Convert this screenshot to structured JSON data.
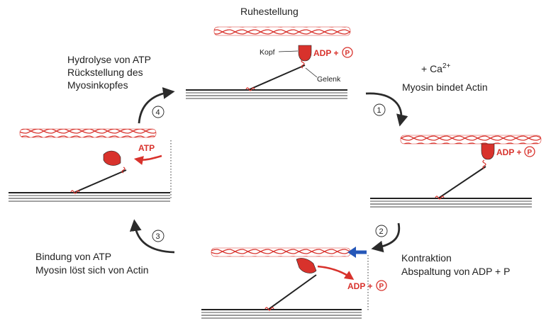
{
  "states": {
    "rest": "Ruhestellung",
    "kopf": "Kopf",
    "gelenk": "Gelenk",
    "adp_rest": "ADP + ",
    "p_symbol": "P"
  },
  "steps": [
    {
      "number": "1",
      "line1": "+ Ca",
      "sup": "2+",
      "line2": "Myosin bindet Actin",
      "label": "ADP + "
    },
    {
      "number": "2",
      "line1": "Kontraktion",
      "line2": "Abspaltung von ADP + P",
      "label": "ADP + "
    },
    {
      "number": "3",
      "line1": "Bindung von ATP",
      "line2": "Myosin löst sich von Actin"
    },
    {
      "number": "4",
      "line1": "Hydrolyse von ATP",
      "line2": "Rückstellung des",
      "line3": "Myosinkopfes",
      "label": "ATP"
    }
  ],
  "colors": {
    "myosin_head": "#d8322c",
    "actin": "#d8322c",
    "arrow_cycle": "#2b2b2b",
    "arrow_force": "#2557b8"
  }
}
